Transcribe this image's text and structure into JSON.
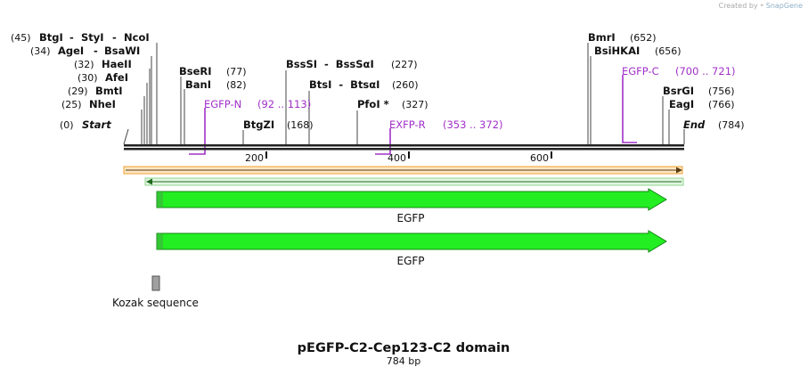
{
  "credit": {
    "prefix": "Created by",
    "brand": "SnapGene"
  },
  "plasmid": {
    "name": "pEGFP-C2-Cep123-C2 domain",
    "length_label": "784 bp"
  },
  "ends": {
    "start_label": "Start",
    "start_pos": "(0)",
    "end_label": "End",
    "end_pos": "(784)"
  },
  "ruler": {
    "ticks": [
      "200",
      "400",
      "600"
    ]
  },
  "sites_left": [
    {
      "pos": "(45)",
      "parts": [
        "BtgI",
        "StyI",
        "NcoI"
      ]
    },
    {
      "pos": "(34)",
      "parts": [
        "AgeI",
        "BsaWI"
      ]
    },
    {
      "pos": "(32)",
      "parts": [
        "HaeII"
      ]
    },
    {
      "pos": "(30)",
      "parts": [
        "AfeI"
      ]
    },
    {
      "pos": "(29)",
      "parts": [
        "BmtI"
      ]
    },
    {
      "pos": "(25)",
      "parts": [
        "NheI"
      ]
    }
  ],
  "sites_mid": [
    {
      "name": "BseRI",
      "pos": "(77)"
    },
    {
      "name": "BanI",
      "pos": "(82)"
    },
    {
      "name": "BssSI  -  BssSαI",
      "pos": "(227)"
    },
    {
      "name": "BtsI  -  BtsαI",
      "pos": "(260)"
    },
    {
      "name": "PfoI *",
      "pos": "(327)"
    },
    {
      "name": "BtgZI",
      "pos": "(168)"
    }
  ],
  "sites_right": [
    {
      "name": "BmrI",
      "pos": "(652)"
    },
    {
      "name": "BsiHKAI",
      "pos": "(656)"
    },
    {
      "name": "BsrGI",
      "pos": "(756)"
    },
    {
      "name": "EagI",
      "pos": "(766)"
    }
  ],
  "primers": [
    {
      "name": "EGFP-N",
      "range": "(92 .. 113)"
    },
    {
      "name": "EXFP-R",
      "range": "(353 .. 372)"
    },
    {
      "name": "EGFP-C",
      "range": "(700 .. 721)"
    }
  ],
  "features": [
    {
      "label": "EGFP"
    },
    {
      "label": "EGFP"
    },
    {
      "label": "Kozak sequence"
    }
  ],
  "colors": {
    "feature_green": "#22ee22",
    "feature_border": "#118811",
    "primer": "#a030c8",
    "orf_orange": "#f0a030",
    "orf_green": "#8fd68f",
    "kozak": "#a0a0a0"
  }
}
